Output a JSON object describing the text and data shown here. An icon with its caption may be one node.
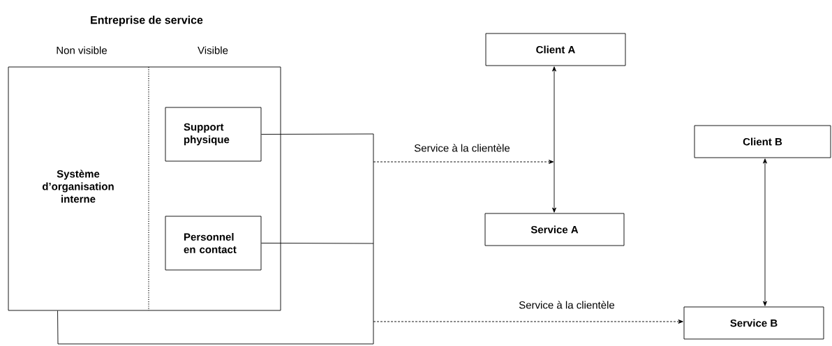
{
  "diagram": {
    "nodes": [
      {
        "text": [
          "Entreprise de service",
          "Système d’organisation interne"
        ]
      },
      {
        "text": [
          "Support physique"
        ],
        "in": 0
      },
      {
        "text": [
          "Personnel en contact"
        ],
        "in": 0
      },
      {
        "text": [
          "Client A"
        ]
      },
      {
        "text": [
          "Service A"
        ]
      },
      {
        "text": [
          "Client B"
        ]
      },
      {
        "text": [
          "Service B"
        ]
      }
    ],
    "edges": [
      {
        "from": 3,
        "to": 4,
        "arrow": "both"
      },
      {
        "from": 5,
        "to": 6,
        "arrow": "both"
      },
      {
        "from": 1,
        "to": null,
        "arrow": "to",
        "label": "Service à la clientèle"
      },
      {
        "from": 2,
        "to": null,
        "arrow": "to"
      },
      {
        "from": 0,
        "to": null,
        "arrow": "to"
      },
      {
        "from": 1,
        "to": 6,
        "arrow": "to",
        "style": "dashed",
        "label": "Service à la clientèle"
      },
      {
        "from": 2,
        "to": 6,
        "arrow": "to",
        "style": "dashed"
      },
      {
        "from": 0,
        "to": 6,
        "arrow": "to"
      }
    ],
    "labels": [
      "Non visible",
      "Visible"
    ]
  }
}
